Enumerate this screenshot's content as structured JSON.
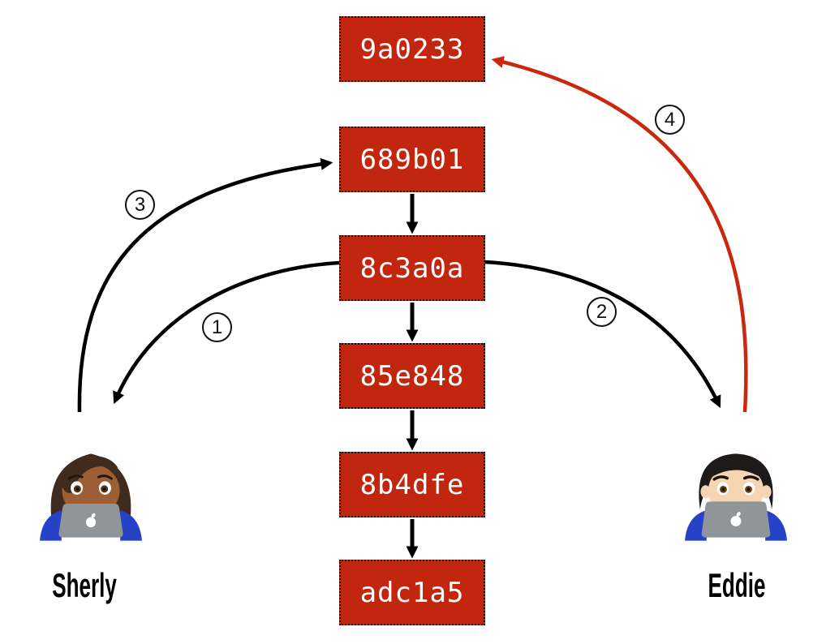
{
  "colors": {
    "commit_box_fill": "#c3260e",
    "commit_text": "#ffffff",
    "arrow_black": "#000000",
    "arrow_red": "#c9280e",
    "background": "#ffffff"
  },
  "commits": [
    {
      "id": "9a0233"
    },
    {
      "id": "689b01"
    },
    {
      "id": "8c3a0a"
    },
    {
      "id": "85e848"
    },
    {
      "id": "8b4dfe"
    },
    {
      "id": "adc1a5"
    }
  ],
  "chain_links": [
    {
      "from": "689b01",
      "to": "8c3a0a"
    },
    {
      "from": "8c3a0a",
      "to": "85e848"
    },
    {
      "from": "85e848",
      "to": "8b4dfe"
    },
    {
      "from": "8b4dfe",
      "to": "adc1a5"
    }
  ],
  "people": {
    "left": {
      "name": "Sherly",
      "emoji": "woman-technologist"
    },
    "right": {
      "name": "Eddie",
      "emoji": "man-technologist"
    }
  },
  "steps": [
    {
      "label": "1",
      "from": "8c3a0a",
      "to": "Sherly",
      "color": "black"
    },
    {
      "label": "2",
      "from": "8c3a0a",
      "to": "Eddie",
      "color": "black"
    },
    {
      "label": "3",
      "from": "Sherly",
      "to": "689b01",
      "color": "black"
    },
    {
      "label": "4",
      "from": "Eddie",
      "to": "9a0233",
      "color": "red"
    }
  ]
}
